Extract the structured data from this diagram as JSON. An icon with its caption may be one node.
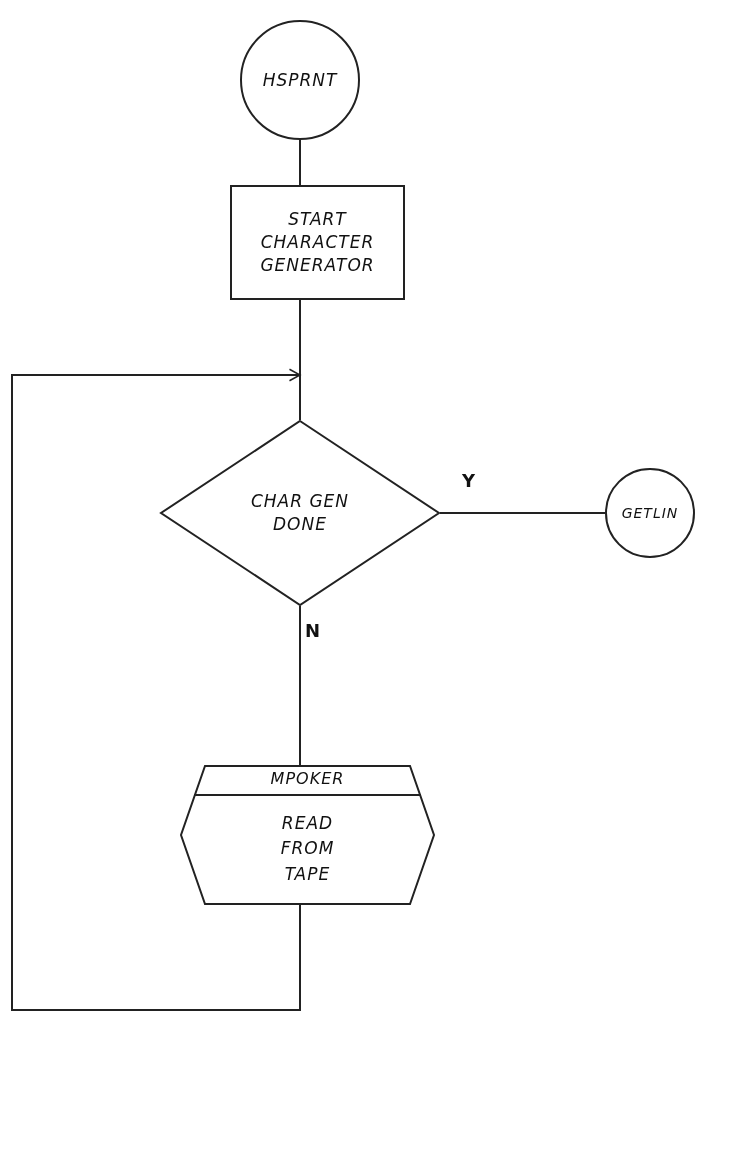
{
  "diagram": {
    "nodes": [
      {
        "text": [
          "HSPRNT"
        ]
      },
      {
        "text": [
          "START CHARACTER GENERATOR"
        ]
      },
      {
        "text": [
          "CHAR GEN DONE"
        ]
      },
      {
        "text": [
          "GETLIN"
        ]
      },
      {
        "text": [
          "MPOKER",
          "READ FROM TAPE"
        ]
      }
    ],
    "edges": [
      {
        "from": 0,
        "to": 1,
        "arrow": "none"
      },
      {
        "from": 1,
        "to": 2,
        "arrow": "none"
      },
      {
        "from": 2,
        "to": 3,
        "arrow": "none",
        "label": "Y"
      },
      {
        "from": 2,
        "to": 4,
        "arrow": "none",
        "label": "N"
      },
      {
        "from": 4,
        "to": 2,
        "arrow": "to"
      }
    ]
  }
}
